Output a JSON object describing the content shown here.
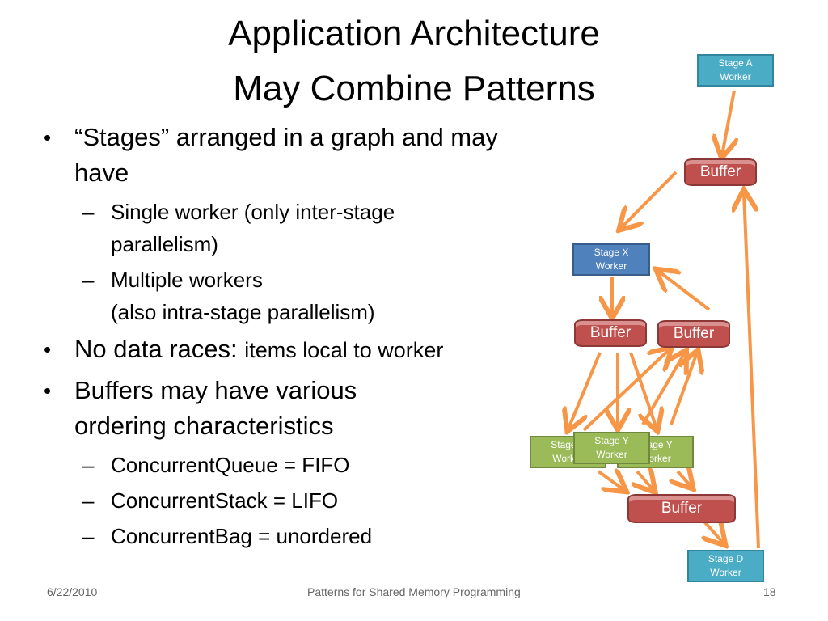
{
  "slide": {
    "title_line1": "Application Architecture",
    "title_line2": "May Combine Patterns",
    "bullet1_text": "“Stages” arranged in a graph and may have",
    "sub1": "Single worker (only inter-stage parallelism)",
    "sub2_line1": "Multiple workers",
    "sub2_line2": "(also intra-stage parallelism)",
    "bullet2_main": "No data races:",
    "bullet2_small": "items local to worker",
    "bullet3_text": "Buffers may have various ordering characteristics",
    "sub3": "ConcurrentQueue = FIFO",
    "sub4": "ConcurrentStack = LIFO",
    "sub5": "ConcurrentBag = unordered"
  },
  "footer": {
    "date": "6/22/2010",
    "center": "Patterns for Shared Memory Programming",
    "page": "18"
  },
  "diagram": {
    "stage_a": "Stage A\nWorker",
    "buffer_top": "Buffer",
    "stage_x": "Stage X\nWorker",
    "buffer_mid_left": "Buffer",
    "buffer_mid_right": "Buffer",
    "stage_y_left": "Stage Y\nWorker",
    "stage_y_center": "Stage Y\nWorker",
    "stage_y_right": "Stage Y\nWorker",
    "buffer_bottom": "Buffer",
    "stage_d": "Stage D\nWorker"
  },
  "colors": {
    "arrow": "#f79646",
    "buffer": "#c0504d",
    "stage_blue": "#4f81bd",
    "stage_teal": "#4bacc6",
    "stage_green": "#9bbb59"
  }
}
